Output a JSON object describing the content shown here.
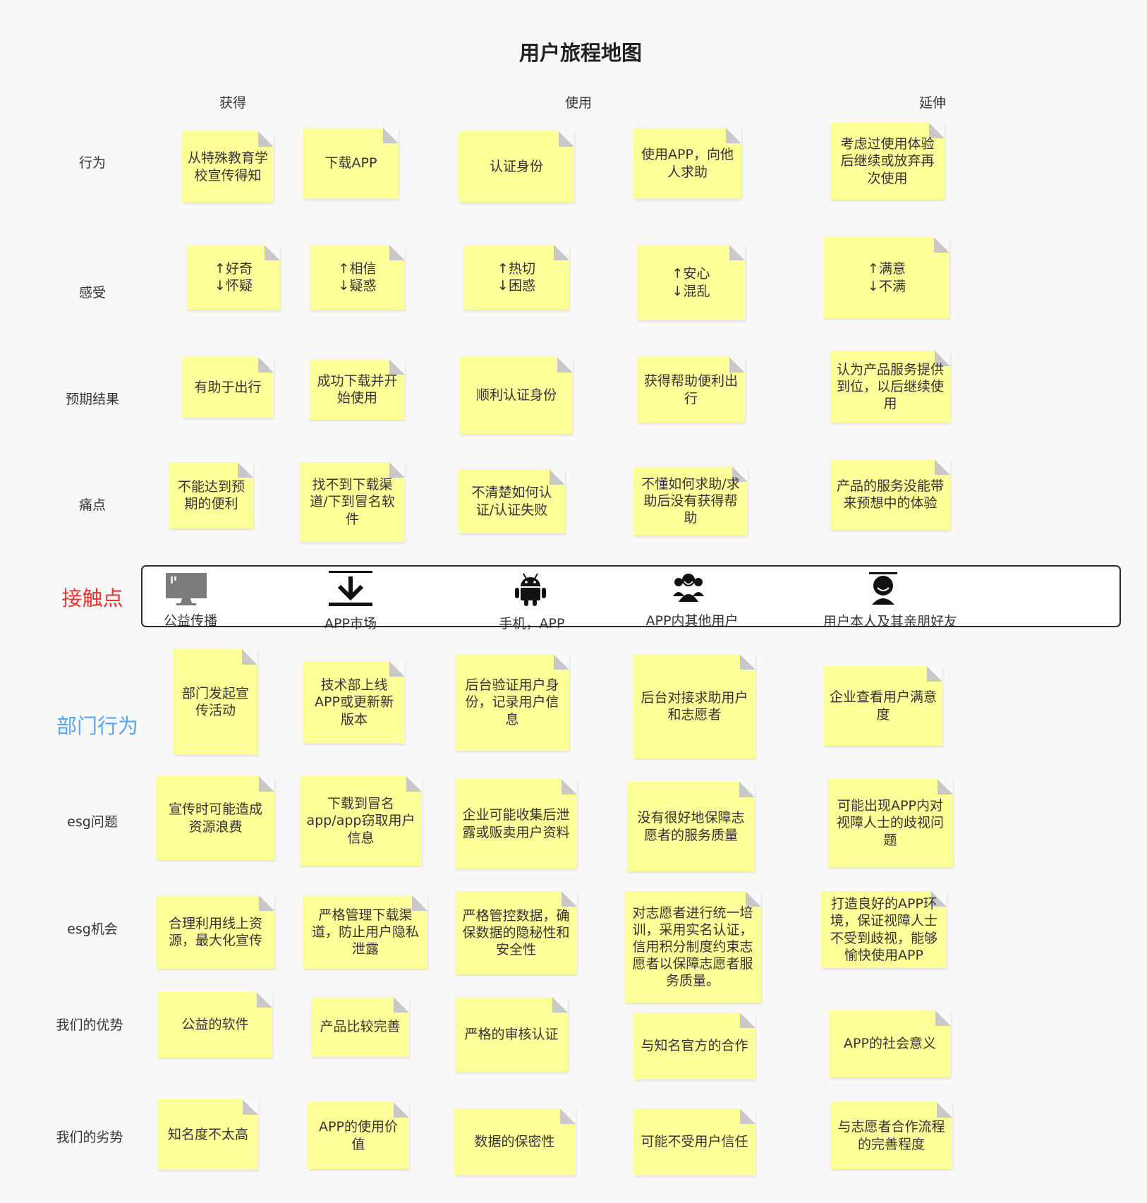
{
  "title": "用户旅程地图",
  "phases": [
    "获得",
    "使用",
    "延伸"
  ],
  "rows": [
    {
      "label": "行为",
      "notes": [
        "从特殊教育学校宣传得知",
        "下载APP",
        "认证身份",
        "使用APP，向他人求助",
        "考虑过使用体验后继续或放弃再次使用"
      ]
    },
    {
      "label": "感受",
      "notes": [
        "↑好奇\n↓怀疑",
        "↑相信\n↓疑惑",
        "↑热切\n↓困惑",
        "↑安心\n↓混乱",
        "↑满意\n↓不满"
      ]
    },
    {
      "label": "预期结果",
      "notes": [
        "有助于出行",
        "成功下载并开始使用",
        "顺利认证身份",
        "获得帮助便利出行",
        "认为产品服务提供到位，以后继续使用"
      ]
    },
    {
      "label": "痛点",
      "notes": [
        "不能达到预期的便利",
        "找不到下载渠道/下到冒名软件",
        "不清楚如何认证/认证失败",
        "不懂如何求助/求助后没有获得帮助",
        "产品的服务没能带来预想中的体验"
      ]
    },
    {
      "label": "部门行为",
      "notes": [
        "部门发起宣传活动",
        "技术部上线APP或更新新版本",
        "后台验证用户身份，记录用户信息",
        "后台对接求助用户和志愿者",
        "企业查看用户满意度"
      ]
    },
    {
      "label": "esg问题",
      "notes": [
        "宣传时可能造成资源浪费",
        "下载到冒名app/app窃取用户信息",
        "企业可能收集后泄露或贩卖用户资料",
        "没有很好地保障志愿者的服务质量",
        "可能出现APP内对视障人士的歧视问题"
      ]
    },
    {
      "label": "esg机会",
      "notes": [
        "合理利用线上资源，最大化宣传",
        "严格管理下载渠道，防止用户隐私泄露",
        "严格管控数据，确保数据的隐秘性和安全性",
        "对志愿者进行统一培训，采用实名认证，信用积分制度约束志愿者以保障志愿者服务质量。",
        "打造良好的APP环境，保证视障人士不受到歧视，能够愉快使用APP"
      ]
    },
    {
      "label": "我们的优势",
      "notes": [
        "公益的软件",
        "产品比较完善",
        "严格的审核认证",
        "与知名官方的合作",
        "APP的社会意义"
      ]
    },
    {
      "label": "我们的劣势",
      "notes": [
        "知名度不太高",
        "APP的使用价值",
        "数据的保密性",
        "可能不受用户信任",
        "与志愿者合作流程的完善程度"
      ]
    }
  ],
  "touchpoints": {
    "label": "接触点",
    "items": [
      {
        "label": "公益传播",
        "icon": "monitor-icon"
      },
      {
        "label": "APP市场",
        "icon": "download-icon"
      },
      {
        "label": "手机，APP",
        "icon": "android-icon"
      },
      {
        "label": "APP内其他用户",
        "icon": "user-group-icon"
      },
      {
        "label": "用户本人及其亲朋好友",
        "icon": "user-icon"
      }
    ]
  },
  "colors": {
    "note": "#ffff99",
    "touchpoint_label": "#e8322f",
    "dept_label": "#5aa5ee"
  }
}
